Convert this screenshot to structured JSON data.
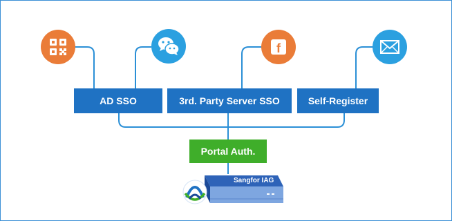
{
  "sources": [
    {
      "icon": "qr-code-icon",
      "color": "#ea7c38"
    },
    {
      "icon": "wechat-icon",
      "color": "#2ba0e0"
    },
    {
      "icon": "facebook-icon",
      "color": "#ea7c38"
    },
    {
      "icon": "mail-icon",
      "color": "#2ba0e0"
    }
  ],
  "methods": [
    {
      "label": "AD SSO"
    },
    {
      "label": "3rd. Party Server SSO"
    },
    {
      "label": "Self-Register"
    }
  ],
  "portal": {
    "label": "Portal Auth."
  },
  "device": {
    "label": "Sangfor IAG"
  },
  "colors": {
    "border": "#3a8fd6",
    "method_box": "#1f72c3",
    "portal_box": "#3fae2a",
    "connector": "#2a8fd6",
    "orange_icon": "#ea7c38",
    "blue_icon": "#2ba0e0"
  }
}
